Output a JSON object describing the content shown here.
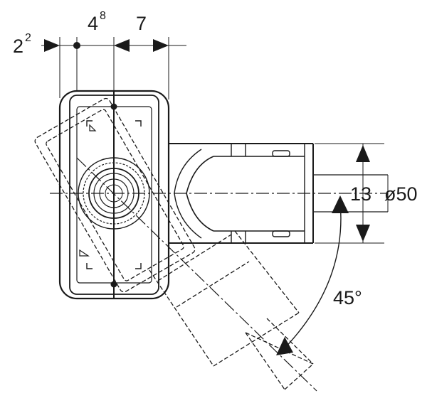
{
  "dimensions": {
    "left_offset": {
      "main": "2",
      "sup": "2"
    },
    "center_width": {
      "main": "4",
      "sup": "8"
    },
    "right_width": {
      "main": "7"
    },
    "outlet_offset": {
      "main": "13"
    },
    "pipe_diameter": {
      "main": "ø50"
    },
    "rotation_angle": {
      "main": "45°"
    }
  }
}
